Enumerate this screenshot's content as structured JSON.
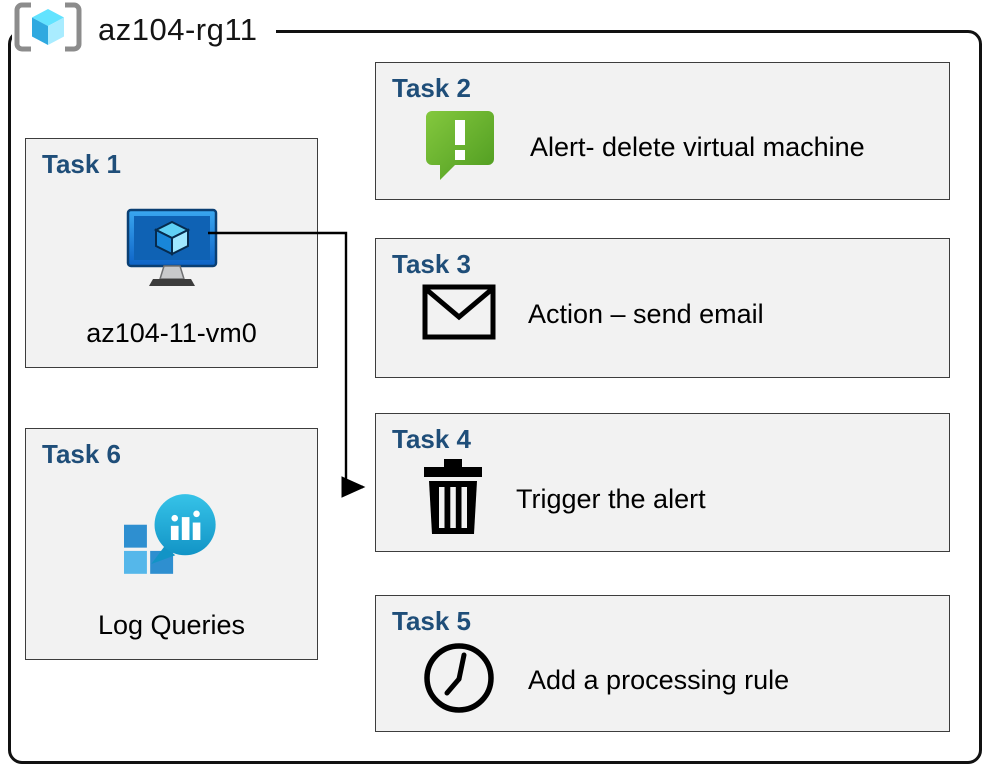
{
  "resource_group": {
    "label": "az104-rg11",
    "icon": "resource-group-icon"
  },
  "tasks": [
    {
      "title": "Task 1",
      "label": "az104-11-vm0",
      "icon": "virtual-machine-icon"
    },
    {
      "title": "Task 2",
      "label": "Alert- delete virtual machine",
      "icon": "alert-message-icon"
    },
    {
      "title": "Task 3",
      "label": "Action – send email",
      "icon": "email-envelope-icon"
    },
    {
      "title": "Task 4",
      "label": "Trigger the alert",
      "icon": "trash-icon"
    },
    {
      "title": "Task 5",
      "label": "Add a processing rule",
      "icon": "clock-icon"
    },
    {
      "title": "Task 6",
      "label": "Log Queries",
      "icon": "log-queries-icon"
    }
  ],
  "connector": {
    "from": "Task 1",
    "to": "Task 4"
  },
  "colors": {
    "title_blue": "#1f4e79",
    "box_fill": "#f2f2f2",
    "frame_border": "#111111",
    "alert_green": "#5ca92c",
    "azure_blue": "#0f63c6",
    "log_teal": "#1ba7cf"
  }
}
